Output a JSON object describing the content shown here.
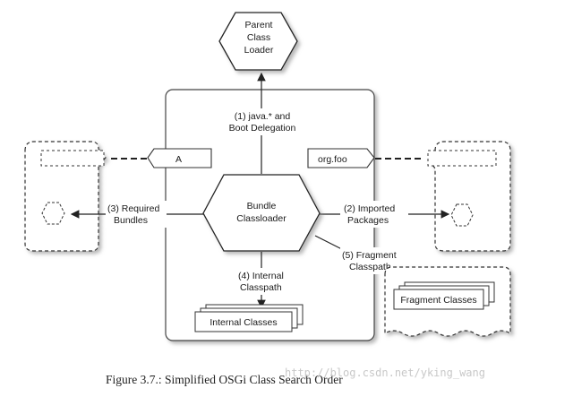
{
  "diagram": {
    "parent_loader_label": [
      "Parent",
      "Class",
      "Loader"
    ],
    "bundle_classloader_label": [
      "Bundle",
      "Classloader"
    ],
    "export_a_label": "A",
    "export_orgfoo_label": "org.foo",
    "edges": {
      "boot_delegation": [
        "(1) java.* and",
        "Boot Delegation"
      ],
      "required_bundles": [
        "(3) Required",
        "Bundles"
      ],
      "imported_packages": [
        "(2) Imported",
        "Packages"
      ],
      "internal_classpath": [
        "(4) Internal",
        "Classpath"
      ],
      "fragment_classpath": [
        "(5) Fragment",
        "Classpath"
      ]
    },
    "internal_classes_label": "Internal Classes",
    "fragment_classes_label": "Fragment Classes"
  },
  "caption": "Figure 3.7.: Simplified OSGi Class Search Order",
  "watermark": "http://blog.csdn.net/yking_wang"
}
